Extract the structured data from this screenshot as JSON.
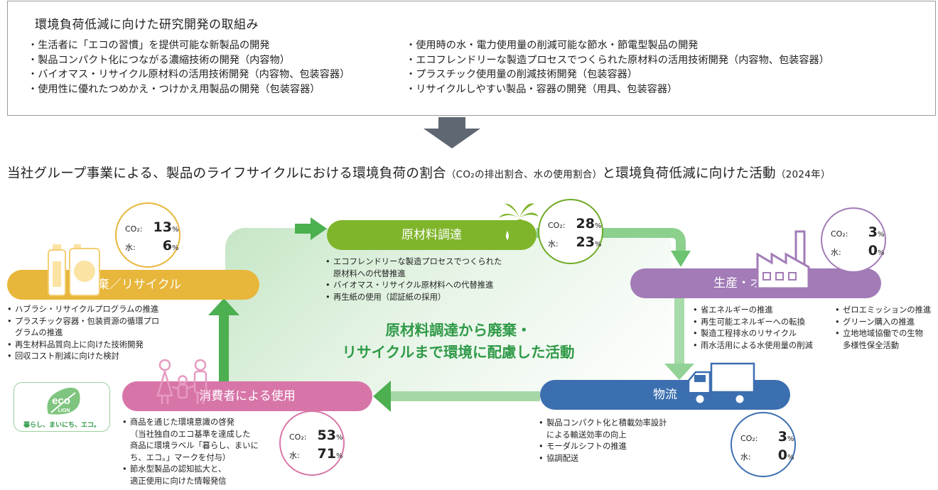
{
  "rd": {
    "title": "環境負荷低減に向けた研究開発の取組み",
    "left_items": [
      "生活者に「エコの習慣」を提供可能な新製品の開発",
      "製品コンパクト化につながる濃縮技術の開発（内容物）",
      "バイオマス・リサイクル原材料の活用技術開発（内容物、包装容器）",
      "使用性に優れたつめかえ・つけかえ用製品の開発（包装容器）"
    ],
    "right_items": [
      "使用時の水・電力使用量の削減可能な節水・節電型製品の開発",
      "エコフレンドリーな製造プロセスでつくられた原材料の活用技術開発（内容物、包装容器）",
      "プラスチック使用量の削減技術開発（包装容器）",
      "リサイクルしやすい製品・容器の開発（用具、包装容器）"
    ]
  },
  "main_title": {
    "main": "当社グループ事業による、製品のライフサイクルにおける環境負荷の割合",
    "paren": "（CO₂の排出割合、水の使用割合）",
    "main2": "と環境負荷低減に向けた活動",
    "year": "（2024年）"
  },
  "center_text": "原材料調達から廃棄・\nリサイクルまで環境に配慮した活動",
  "labels": {
    "co2": "CO₂:",
    "water": "水:",
    "pct": "%"
  },
  "stages": {
    "disposal": {
      "name": "廃棄／リサイクル",
      "co2": "13",
      "water": "6",
      "items": [
        "ハブラシ・リサイクルプログラムの推進",
        "プラスチック容器・包装資源の循環プロ",
        "グラムの推進",
        "再生材料品質向上に向けた技術開発",
        "回収コスト削減に向けた検討"
      ]
    },
    "raw": {
      "name": "原材料調達",
      "co2": "28",
      "water": "23",
      "items": [
        "エコフレンドリーな製造プロセスでつくられた",
        "原材料への代替推進",
        "バイオマス・リサイクル原材料への代替推進",
        "再生紙の使用（認証紙の採用）"
      ]
    },
    "prod": {
      "name": "生産・オフィス",
      "co2": "3",
      "water": "0",
      "items_a": [
        "省エネルギーの推進",
        "再生可能エネルギーへの転換",
        "製造工程排水のリサイクル",
        "雨水活用による水使用量の削減"
      ],
      "items_b": [
        "ゼロエミッションの推進",
        "グリーン購入の推進",
        "立地地域協働での生物",
        "多様性保全活動"
      ]
    },
    "logi": {
      "name": "物流",
      "co2": "3",
      "water": "0",
      "items": [
        "製品コンパクト化と積載効率設計",
        "による輸送効率の向上",
        "モーダルシフトの推進",
        "協調配送"
      ]
    },
    "cons": {
      "name": "消費者による使用",
      "co2": "53",
      "water": "71",
      "items": [
        "商品を通じた環境意識の啓発",
        "（当社独自のエコ基準を達成した",
        "商品に環境ラベル「暮らし、まいに",
        "ち、エコ。」マークを付与）",
        "節水型製品の認知拡大と、",
        "適正使用に向けた情報発信"
      ]
    }
  },
  "eco_logo": {
    "eco": "eco",
    "brand": "LION",
    "tagline": "暮らし、まいにち、エコ。"
  },
  "colors": {
    "disposal": "#e7b63a",
    "raw": "#7fb52b",
    "prod": "#a27bb7",
    "logi": "#3c6fb0",
    "cons": "#d875a8",
    "arrow": "#4caf50",
    "accent_text": "#2f9a48"
  }
}
